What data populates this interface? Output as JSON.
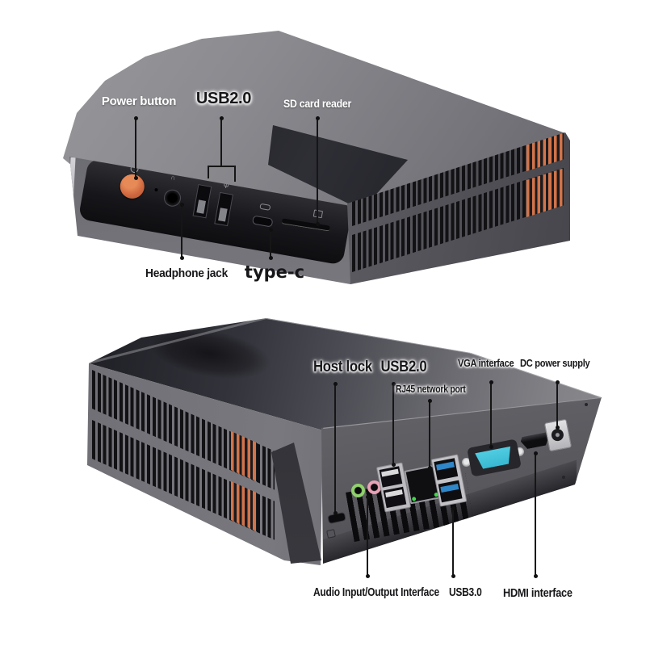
{
  "product": "mini-pc-ports-annotated-photos",
  "front_view": {
    "labels": {
      "power_button": "Power button",
      "usb20": "USB2.0",
      "sd_card_reader": "SD card reader",
      "headphone_jack": "Headphone jack",
      "type_c": "type-c"
    }
  },
  "rear_view": {
    "labels": {
      "host_lock": "Host lock",
      "usb20": "USB2.0",
      "rj45": "RJ45 network port",
      "vga": "VGA interface",
      "dc_power": "DC power supply",
      "audio_io": "Audio Input/Output Interface",
      "usb30": "USB3.0",
      "hdmi": "HDMI interface"
    }
  },
  "colors": {
    "background": "#FFFFFF",
    "callout_line": "#161616",
    "label_dark": "#17171A",
    "label_light": "#FFFFFF",
    "chassis_dark": "#4A4A50",
    "chassis_light": "#8A8A8E",
    "vent_accent_orange": "#D2744A",
    "power_button_orange": "#D06840",
    "vga_port_cyan": "#3CC4DC",
    "usb3_port_blue": "#2F86C8",
    "audio_out_green": "#90D16C",
    "audio_in_pink": "#E8A2B6",
    "rj45_led_green": "#42D84A"
  }
}
